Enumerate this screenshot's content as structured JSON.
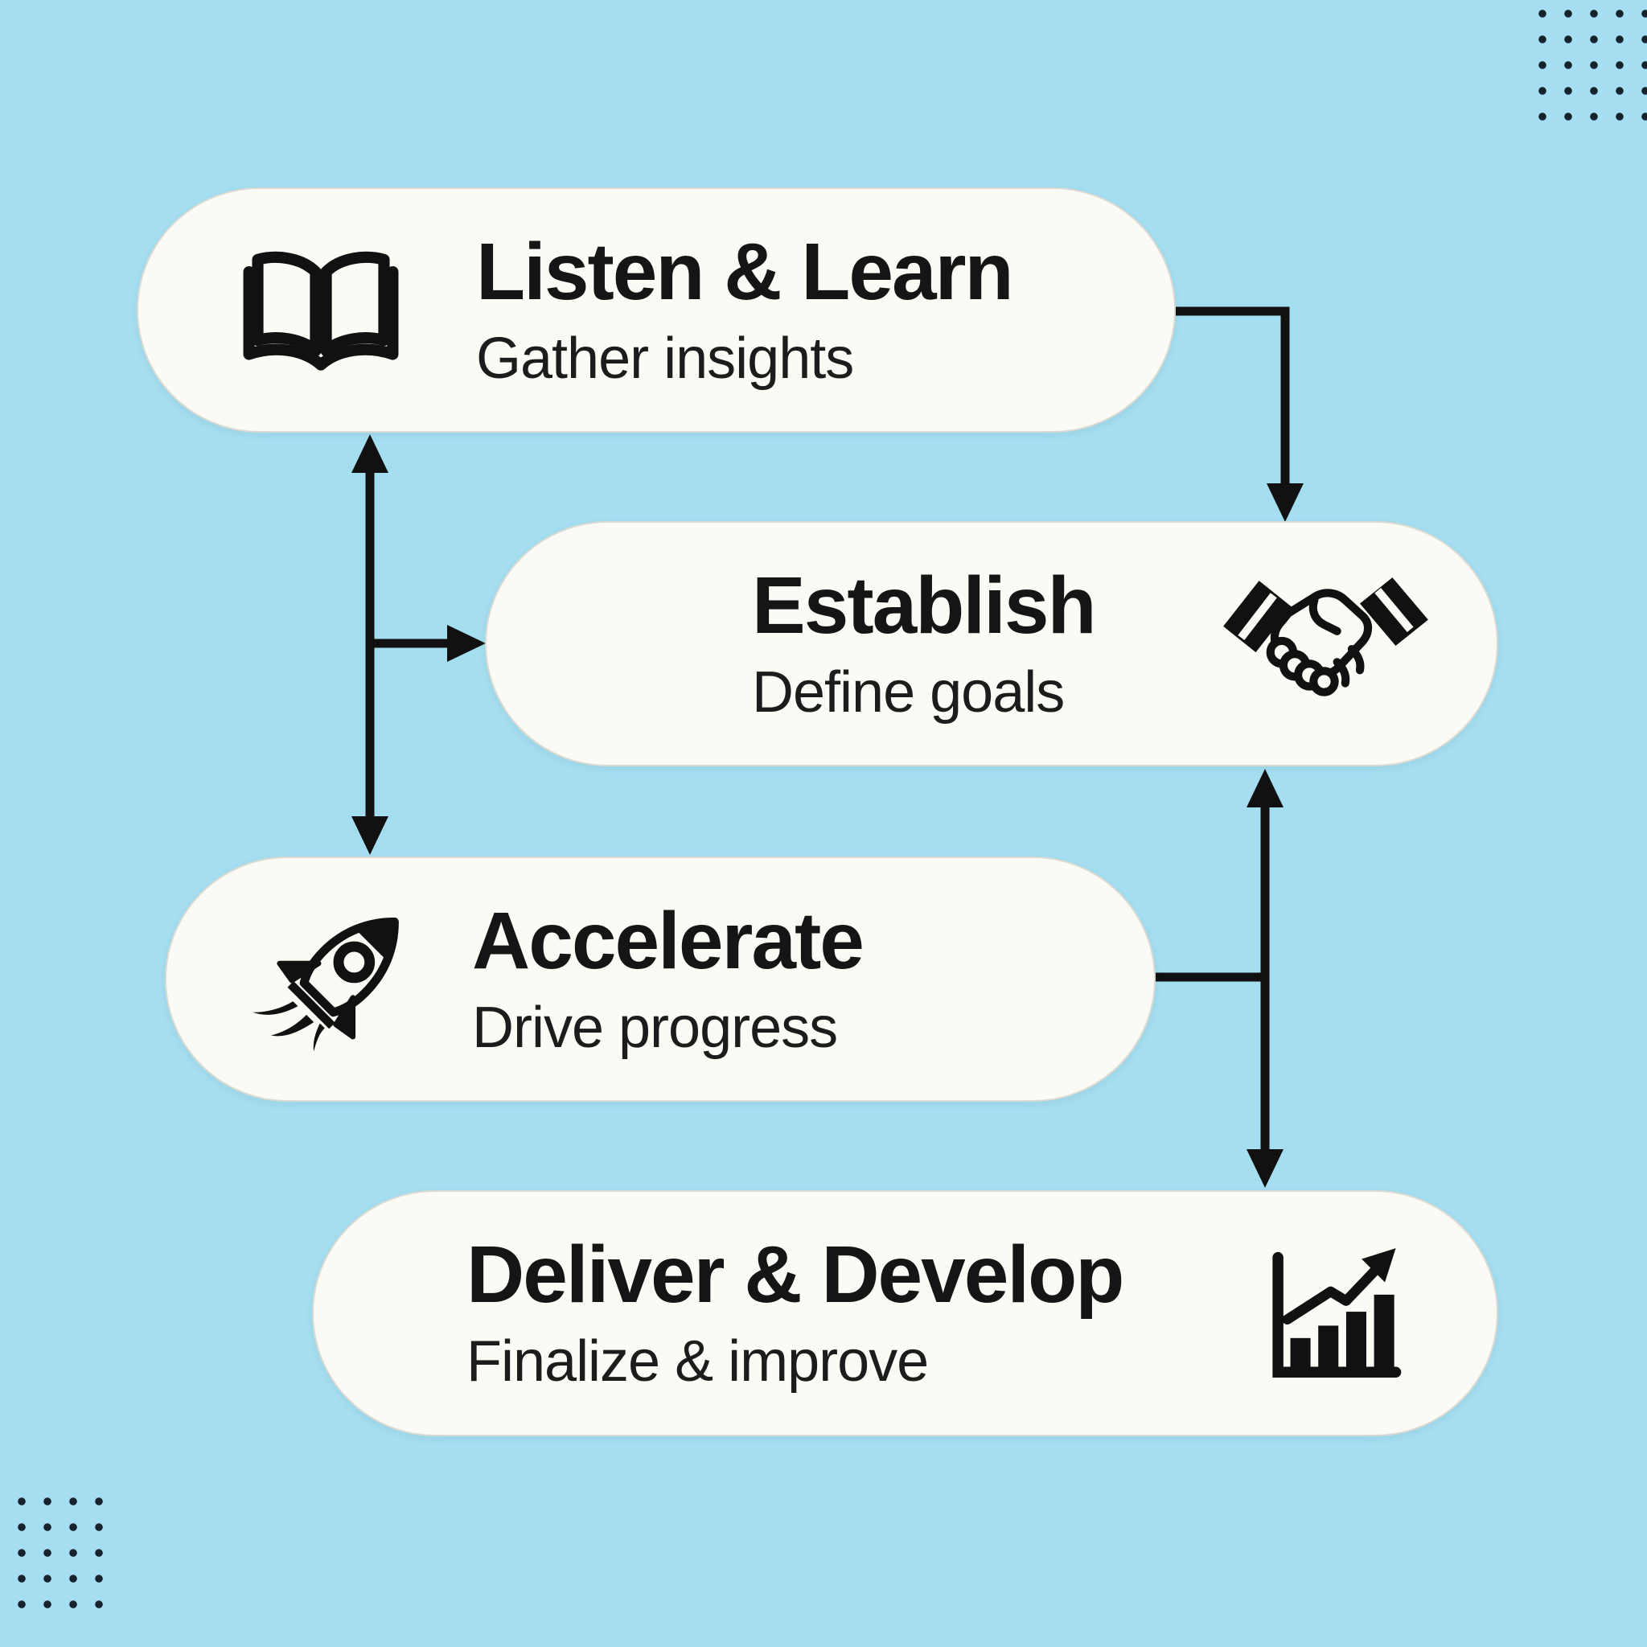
{
  "page": {
    "type": "process-flow-infographic",
    "background_color": "#A5DEF1",
    "card_color": "#FBFAF4",
    "text_color": "#151515",
    "arrow_color": "#111111",
    "dot_color": "#16222C"
  },
  "steps": [
    {
      "id": "listen-learn",
      "title": "Listen & Learn",
      "subtitle": "Gather insights",
      "icon": "open-book-icon",
      "icon_side": "left"
    },
    {
      "id": "establish",
      "title": "Establish",
      "subtitle": "Define goals",
      "icon": "handshake-icon",
      "icon_side": "right"
    },
    {
      "id": "accelerate",
      "title": "Accelerate",
      "subtitle": "Drive progress",
      "icon": "rocket-icon",
      "icon_side": "left"
    },
    {
      "id": "deliver-develop",
      "title": "Deliver & Develop",
      "subtitle": "Finalize & improve",
      "icon": "growth-chart-icon",
      "icon_side": "right"
    }
  ],
  "connections": [
    {
      "from": "Listen & Learn",
      "to": "Establish",
      "shape": "elbow-right-then-down",
      "arrowheads": [
        "end"
      ]
    },
    {
      "from": "Listen & Learn",
      "to": "Accelerate",
      "shape": "vertical-line",
      "arrowheads": [
        "start",
        "end"
      ]
    },
    {
      "from": "left-trunk",
      "to": "Establish",
      "shape": "horizontal-branch",
      "arrowheads": [
        "end"
      ]
    },
    {
      "from": "Establish",
      "to": "Deliver & Develop",
      "shape": "vertical-line",
      "arrowheads": [
        "start",
        "end"
      ]
    },
    {
      "from": "Accelerate",
      "to": "right-trunk",
      "shape": "horizontal-branch",
      "arrowheads": []
    }
  ],
  "decor": {
    "dot_grid_top_right": {
      "columns": 5,
      "rows": 5
    },
    "dot_grid_bottom_left": {
      "columns": 4,
      "rows": 5
    }
  }
}
